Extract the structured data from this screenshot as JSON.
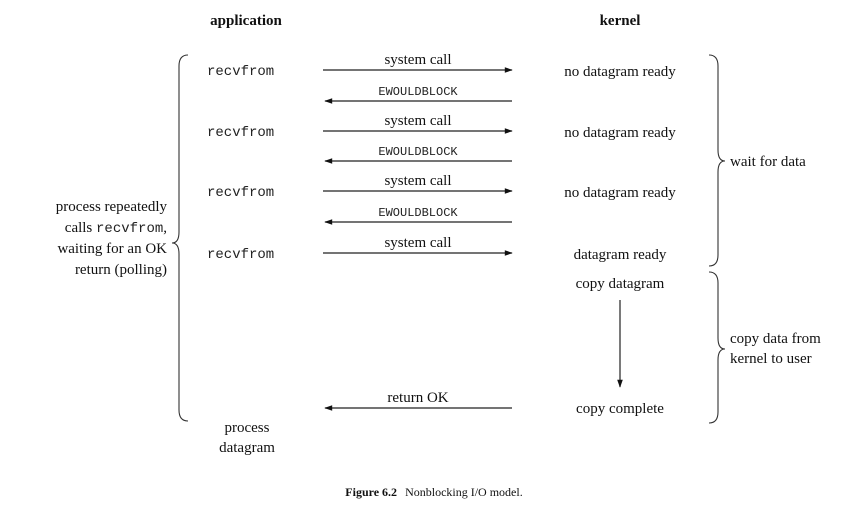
{
  "headers": {
    "application": "application",
    "kernel": "kernel"
  },
  "rows": [
    {
      "app": "recvfrom",
      "call": "system call",
      "kernel": "no datagram ready",
      "reply": "EWOULDBLOCK"
    },
    {
      "app": "recvfrom",
      "call": "system call",
      "kernel": "no datagram ready",
      "reply": "EWOULDBLOCK"
    },
    {
      "app": "recvfrom",
      "call": "system call",
      "kernel": "no datagram ready",
      "reply": "EWOULDBLOCK"
    },
    {
      "app": "recvfrom",
      "call": "system call",
      "kernel": "datagram ready"
    }
  ],
  "kernel_steps": {
    "copy": "copy datagram",
    "complete": "copy complete"
  },
  "return_label": "return OK",
  "process_label": [
    "process",
    "datagram"
  ],
  "left_note": {
    "line1": "process repeatedly",
    "line2_prefix": "calls ",
    "line2_code": "recvfrom",
    "line2_suffix": ",",
    "line3": "waiting for an OK",
    "line4": "return (polling)"
  },
  "right_notes": {
    "wait": "wait for data",
    "copy_line1": "copy data from",
    "copy_line2": "kernel to user"
  },
  "caption": {
    "label": "Figure 6.2",
    "text": "Nonblocking I/O model."
  }
}
